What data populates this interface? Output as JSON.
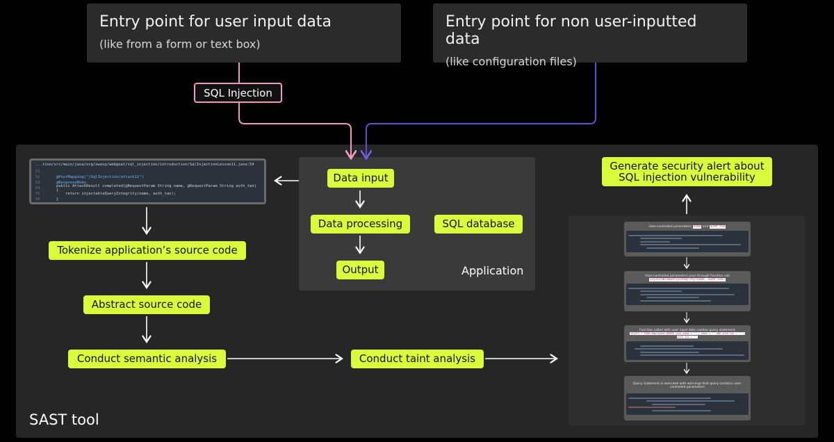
{
  "entry_user": {
    "title": "Entry point for user input data",
    "subtitle": "(like from a form or text box)"
  },
  "entry_nonuser": {
    "title": "Entry point for non user-inputted data",
    "subtitle": "(like configuration files)"
  },
  "sql_injection_label": "SQL Injection",
  "sast_label": "SAST tool",
  "application": {
    "label": "Application",
    "data_input": "Data input",
    "data_processing": "Data processing",
    "sql_database": "SQL database",
    "output": "Output"
  },
  "steps": {
    "tokenize": "Tokenize application’s source code",
    "abstract": "Abstract source code",
    "semantic": "Conduct semantic analysis",
    "taint": "Conduct taint analysis",
    "alert": "Generate security alert about SQL injection vulnerability"
  },
  "code": {
    "path": "...tion/src/main/java/org/owasp/webgoat/sql_injection/introduction/SqlInjectionLesson11.java:54",
    "lines": [
      {
        "n": "51",
        "text": ""
      },
      {
        "n": "52",
        "text": "@PostMapping(\"/SqlInjection/attack11\")"
      },
      {
        "n": "53",
        "text": "@ResponseBody"
      },
      {
        "n": "54",
        "text": "public AttackResult completed(@RequestParam String name, @RequestParam String auth_tan) {"
      },
      {
        "n": "55",
        "text": "    return injectableQueryIntegrity(name, auth_tan);"
      },
      {
        "n": "56",
        "text": "}"
      }
    ]
  },
  "cards": [
    {
      "title": "User-controlled parameters",
      "tags": [
        "name",
        "auth_tan"
      ],
      "joiner": "and"
    },
    {
      "title": "User-controlled parameters pass through function call",
      "tags": [
        "injectableQueryIntegrity(name, auth_tan)"
      ]
    },
    {
      "title": "Function called with user input data creates query statement",
      "tags": [
        "SELECT * FROM employees WHERE last_name = '\" + name + \"' AND auth_tan = '\" + auth_tan + \"'"
      ]
    },
    {
      "title": "Query statement is executed with warnings that query contains user-controlled parameters",
      "tags": []
    }
  ],
  "colors": {
    "accent_green": "#d9fb3c",
    "sql_injection_pink": "#f29ac0",
    "non_user_purple": "#5b55d6",
    "background": "#000000"
  }
}
